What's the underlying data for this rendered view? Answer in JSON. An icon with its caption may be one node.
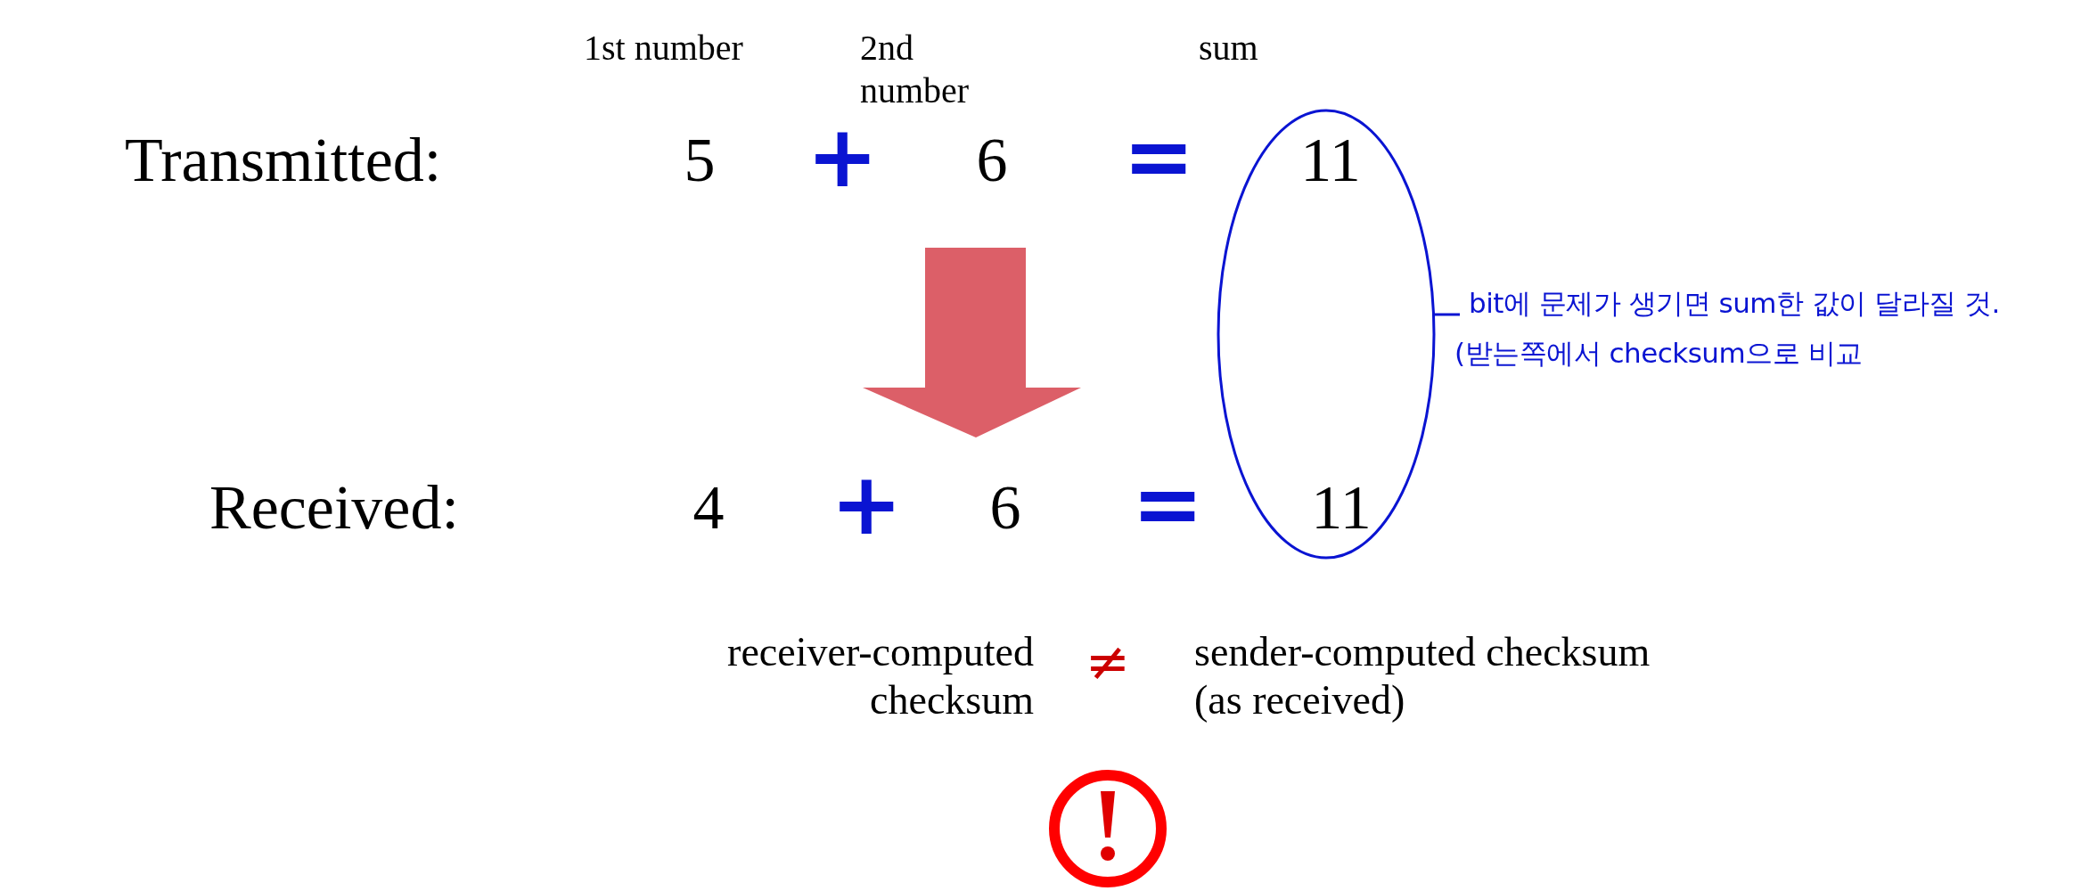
{
  "diagram": {
    "nodes": [
      {
        "text": [],
        "shape": "ellipse"
      },
      {
        "text": [
          "bit에 문제가 생기면 sum한 값이 달라질 것.",
          "(받는쪽에서 checksum으로 비교"
        ]
      }
    ],
    "edges": [
      {
        "from": 1,
        "to": 0,
        "arrow": "none"
      }
    ],
    "labels": [
      "1st number",
      "2nd number",
      "sum",
      "Transmitted:",
      "5",
      "+",
      "6",
      "=",
      "11",
      "Received:",
      "4",
      "+",
      "6",
      "=",
      "11",
      "receiver-computed checksum",
      "≠",
      "sender-computed checksum (as received)"
    ]
  }
}
